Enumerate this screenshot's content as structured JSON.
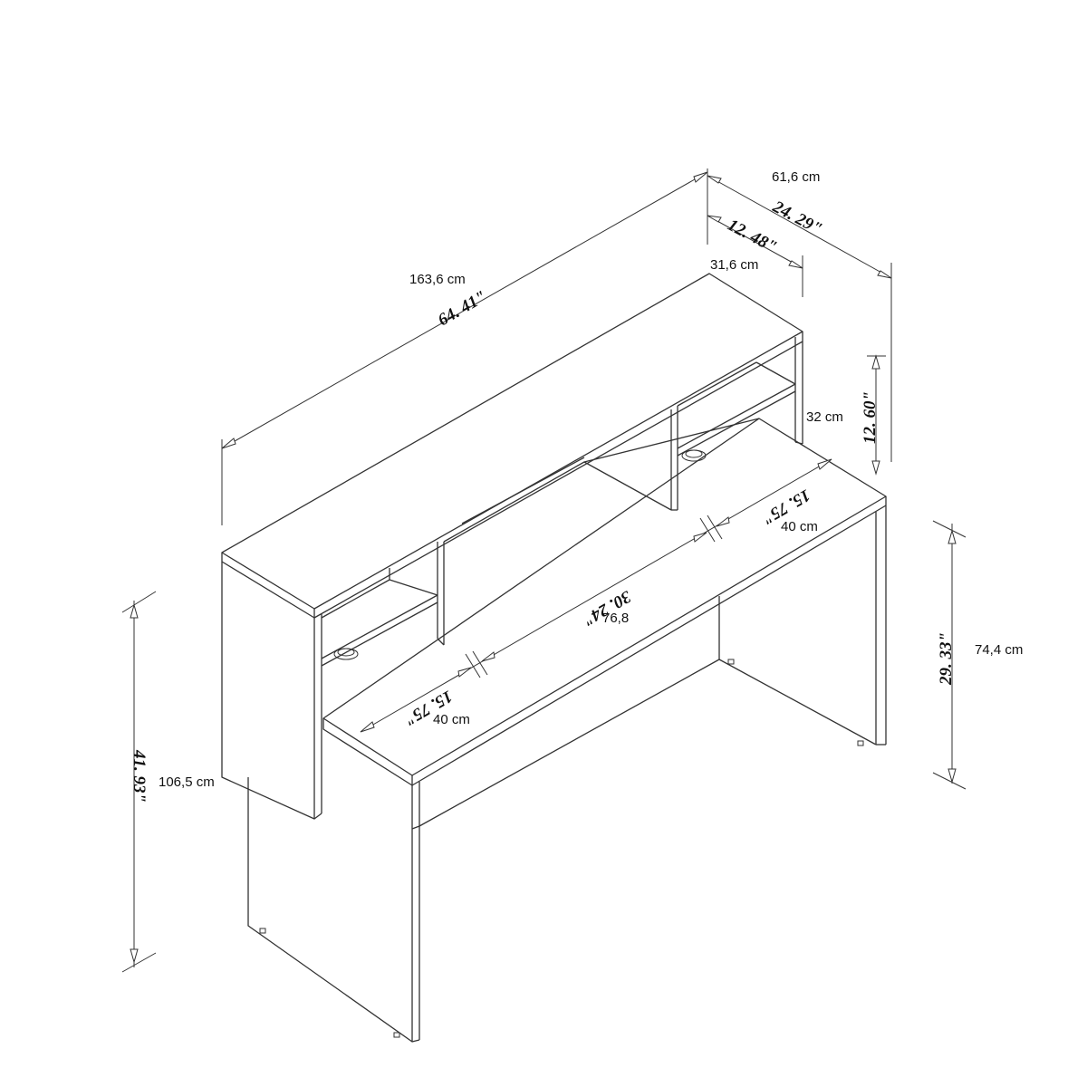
{
  "diagram": {
    "dimensions": {
      "hutch_width_cm": "163,6 cm",
      "hutch_width_in": "64. 41\"",
      "total_depth_cm": "61,6 cm",
      "total_depth_in": "24. 29\"",
      "hutch_depth_cm": "31,6 cm",
      "hutch_depth_in": "12. 48\"",
      "hutch_height_cm": "32 cm",
      "hutch_height_in": "12. 60\"",
      "desk_height_cm": "74,4 cm",
      "desk_height_in": "29. 33\"",
      "total_height_cm": "106,5 cm",
      "total_height_in": "41. 93\"",
      "middle_span_cm": "76,8",
      "middle_span_in": "30. 24\"",
      "left_span_cm": "40 cm",
      "left_span_in": "15. 75\"",
      "right_span_cm": "40 cm",
      "right_span_in": "15. 75\""
    }
  }
}
